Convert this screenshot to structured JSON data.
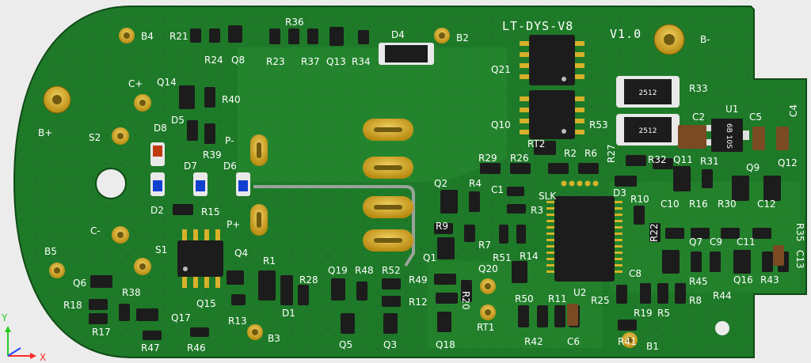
{
  "board": {
    "title": "LT-DYS-V8",
    "version": "V1.0",
    "colors": {
      "pcb": "#1f7a2a",
      "pcb_light": "#2d9a35",
      "copper_gold": "#d8b12a",
      "chip": "#1c1c1c",
      "silk": "#ffffff",
      "background": "#ececec"
    }
  },
  "silkscreen": {
    "B4": "B4",
    "R21": "R21",
    "R24": "R24",
    "Q8": "Q8",
    "R36": "R36",
    "R23": "R23",
    "R37": "R37",
    "Q13": "Q13",
    "R34": "R34",
    "D4": "D4",
    "B2": "B2",
    "Bminus": "B-",
    "Q21": "Q21",
    "Q10": "Q10",
    "R33": "R33",
    "R53": "R53",
    "C2": "C2",
    "U1": "U1",
    "C5": "C5",
    "C4": "C4",
    "Cplus": "C+",
    "Bplus": "B+",
    "Q14": "Q14",
    "R40": "R40",
    "D5": "D5",
    "S2": "S2",
    "D8": "D8",
    "R39": "R39",
    "Pminus": "P-",
    "D7": "D7",
    "D6": "D6",
    "D2": "D2",
    "R15": "R15",
    "Pplus": "P+",
    "Cminus": "C-",
    "B5": "B5",
    "S1": "S1",
    "Q6": "Q6",
    "Q4": "Q4",
    "R1": "R1",
    "R28": "R28",
    "D1": "D1",
    "Q15": "Q15",
    "R13": "R13",
    "R18": "R18",
    "R38": "R38",
    "R17": "R17",
    "Q17": "Q17",
    "R47": "R47",
    "R46": "R46",
    "B3": "B3",
    "Q19": "Q19",
    "R48": "R48",
    "R52": "R52",
    "Q5": "Q5",
    "Q3": "Q3",
    "R49": "R49",
    "R12": "R12",
    "R20": "R20",
    "Q18": "Q18",
    "Q2": "Q2",
    "R4": "R4",
    "R9": "R9",
    "R7": "R7",
    "Q1": "Q1",
    "R29": "R29",
    "R26": "R26",
    "RT2": "RT2",
    "R2": "R2",
    "R6": "R6",
    "R27": "R27",
    "C1": "C1",
    "SLK": "SLK",
    "R3": "R3",
    "R51": "R51",
    "R14": "R14",
    "Q20": "Q20",
    "RT1": "RT1",
    "U2": "U2",
    "R50": "R50",
    "R11": "R11",
    "R42": "R42",
    "C6": "C6",
    "R32": "R32",
    "Q11": "Q11",
    "R31": "R31",
    "Q9": "Q9",
    "Q12": "Q12",
    "D3": "D3",
    "R10": "R10",
    "R22": "R22",
    "C10": "C10",
    "R16": "R16",
    "R30": "R30",
    "C12": "C12",
    "R35": "R35",
    "Q7": "Q7",
    "C9": "C9",
    "C11": "C11",
    "C13": "C13",
    "C8": "C8",
    "R45": "R45",
    "Q16": "Q16",
    "R43": "R43",
    "R44": "R44",
    "R25": "R25",
    "R19": "R19",
    "R5": "R5",
    "R8": "R8",
    "R41": "R41",
    "B1": "B1"
  },
  "chip_markings": {
    "r33_value": "2512",
    "r53_value": "2512",
    "u1_marking": "6B 10S"
  },
  "axes": {
    "x_label": "X",
    "y_label": "Y",
    "x_color": "#ff2a2a",
    "y_color": "#22cc22",
    "z_color": "#2244ff"
  }
}
